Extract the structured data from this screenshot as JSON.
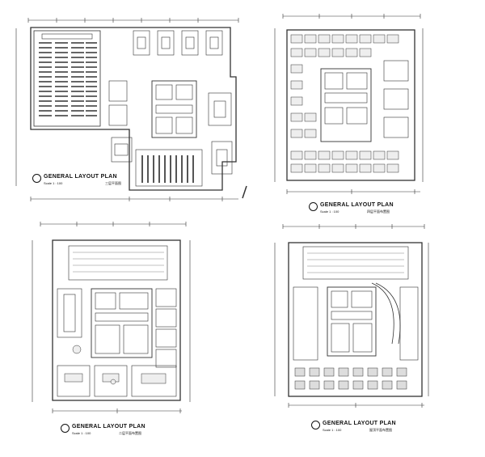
{
  "plans": [
    {
      "title": "GENERAL LAYOUT PLAN",
      "scale": "Scale 1 : 100",
      "subtitle": "三层平面图"
    },
    {
      "title": "GENERAL LAYOUT PLAN",
      "scale": "Scale 1 : 100",
      "subtitle": "四层平面布置图"
    },
    {
      "title": "GENERAL LAYOUT PLAN",
      "scale": "Scale 1 : 100",
      "subtitle": "二层平面布置图"
    },
    {
      "title": "GENERAL LAYOUT PLAN",
      "scale": "Scale 1 : 100",
      "subtitle": "屋顶平面布置图"
    }
  ]
}
